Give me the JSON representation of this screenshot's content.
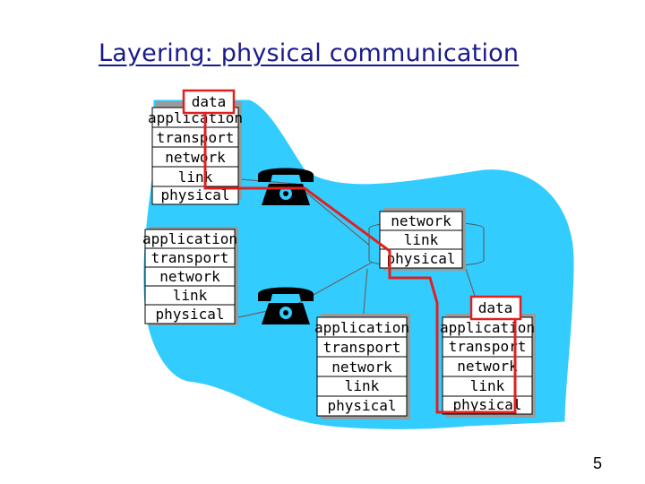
{
  "slide": {
    "title": "Layering: physical communication",
    "page_number": "5"
  },
  "stacks": {
    "top_left": [
      "application",
      "transport",
      "network",
      "link",
      "physical"
    ],
    "mid_left": [
      "application",
      "transport",
      "network",
      "link",
      "physical"
    ],
    "router": [
      "network",
      "link",
      "physical"
    ],
    "bottom_mid": [
      "application",
      "transport",
      "network",
      "link",
      "physical"
    ],
    "bottom_right": [
      "application",
      "transport",
      "network",
      "link",
      "physical"
    ]
  },
  "data_labels": {
    "source": "data",
    "destination": "data"
  },
  "colors": {
    "title": "#1a1a8c",
    "network_cloud": "#33ccff",
    "stack_shadow": "#9a9a9a",
    "path": "#e02020"
  },
  "icons": [
    "telephone-icon",
    "telephone-icon"
  ]
}
